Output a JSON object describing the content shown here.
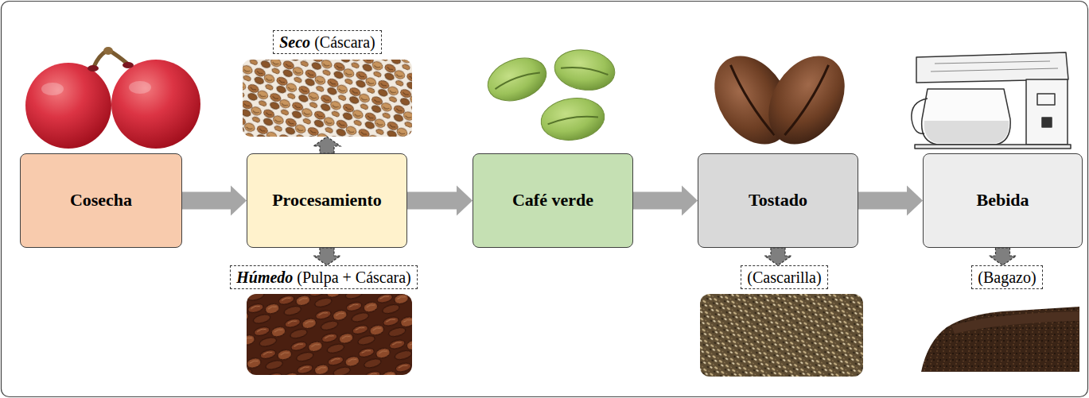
{
  "diagram": {
    "nodes": [
      {
        "text": [
          "Cosecha"
        ]
      },
      {
        "text": [
          "Seco",
          "(Cáscara)"
        ]
      },
      {
        "text": [
          "Procesamiento"
        ]
      },
      {
        "text": [
          "Húmedo",
          "(Pulpa + Cáscara)"
        ]
      },
      {
        "text": [
          "Café verde"
        ]
      },
      {
        "text": [
          "Tostado"
        ]
      },
      {
        "text": [
          "(Cascarilla)"
        ]
      },
      {
        "text": [
          "Bebida"
        ]
      },
      {
        "text": [
          "(Bagazo)"
        ]
      }
    ],
    "edges": [
      {
        "from": 0,
        "to": 2,
        "arrow": "to"
      },
      {
        "from": 2,
        "to": 1,
        "arrow": "to"
      },
      {
        "from": 2,
        "to": 3,
        "arrow": "to"
      },
      {
        "from": 2,
        "to": 4,
        "arrow": "to"
      },
      {
        "from": 4,
        "to": 5,
        "arrow": "to"
      },
      {
        "from": 5,
        "to": 6,
        "arrow": "to"
      },
      {
        "from": 5,
        "to": 7,
        "arrow": "to"
      },
      {
        "from": 7,
        "to": 8,
        "arrow": "to"
      }
    ]
  }
}
